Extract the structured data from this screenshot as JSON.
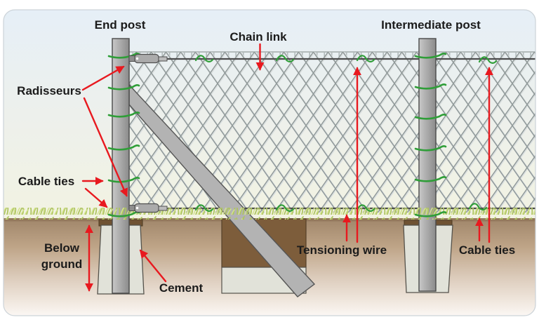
{
  "diagram": {
    "type": "fence-installation-cross-section",
    "labels": {
      "end_post": "End post",
      "chain_link": "Chain link",
      "intermediate_post": "Intermediate post",
      "radisseurs": "Radisseurs",
      "cable_ties_left": "Cable ties",
      "below_ground_line1": "Below",
      "below_ground_line2": "ground",
      "cement": "Cement",
      "tensioning_wire": "Tensioning wire",
      "cable_ties_right": "Cable ties"
    },
    "colors": {
      "arrow_red": "#e8191f",
      "tie_green": "#2f9e38",
      "post_gray": "#a6a6a6",
      "cement_gray": "#e1e2d9",
      "soil_brown": "#a0866a",
      "pit_brown": "#7d5d3b",
      "grass_green": "#aec460",
      "sky_blue": "#e6eff7",
      "mesh_gray": "#8e9797",
      "text": "#1b1b1b"
    }
  }
}
